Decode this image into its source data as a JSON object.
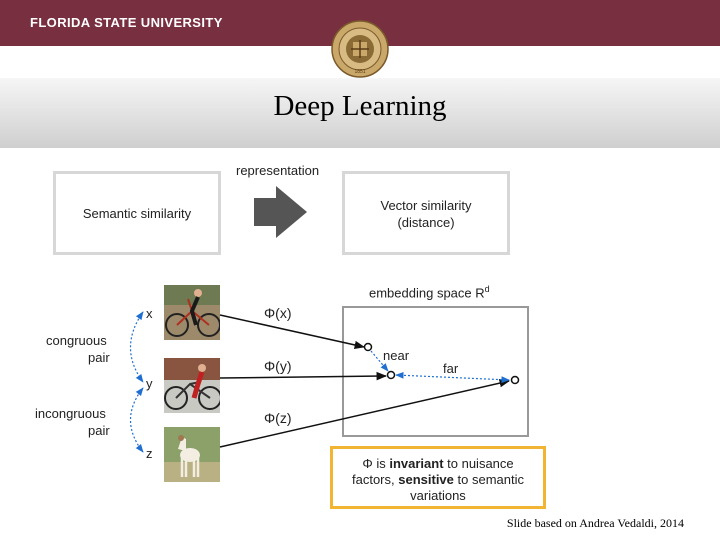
{
  "header": {
    "university": "FLORIDA STATE UNIVERSITY",
    "seal_year": "1851",
    "brand_color": "#782f40"
  },
  "slide": {
    "title": "Deep Learning"
  },
  "diagram": {
    "representation_label": "representation",
    "semantic_box": "Semantic similarity",
    "vector_box_line1": "Vector similarity",
    "vector_box_line2": "(distance)",
    "embedding_label": "embedding space R",
    "embedding_superscript": "d",
    "congruous_line1": "congruous",
    "congruous_line2": "pair",
    "incongruous_line1": "incongruous",
    "incongruous_line2": "pair",
    "var_x": "x",
    "var_y": "y",
    "var_z": "z",
    "phi_x": "Φ(x)",
    "phi_y": "Φ(y)",
    "phi_z": "Φ(z)",
    "near_label": "near",
    "far_label": "far",
    "note_part1": "Φ is ",
    "note_bold1": "invariant",
    "note_part2": " to nuisance",
    "note_part3": "factors, ",
    "note_bold2": "sensitive",
    "note_part4": " to semantic",
    "note_part5": "variations",
    "note_border_color": "#f2b533",
    "arrow_color": "#1f6fd1"
  },
  "footer": {
    "credit": "Slide based on Andrea Vedaldi, 2014"
  }
}
